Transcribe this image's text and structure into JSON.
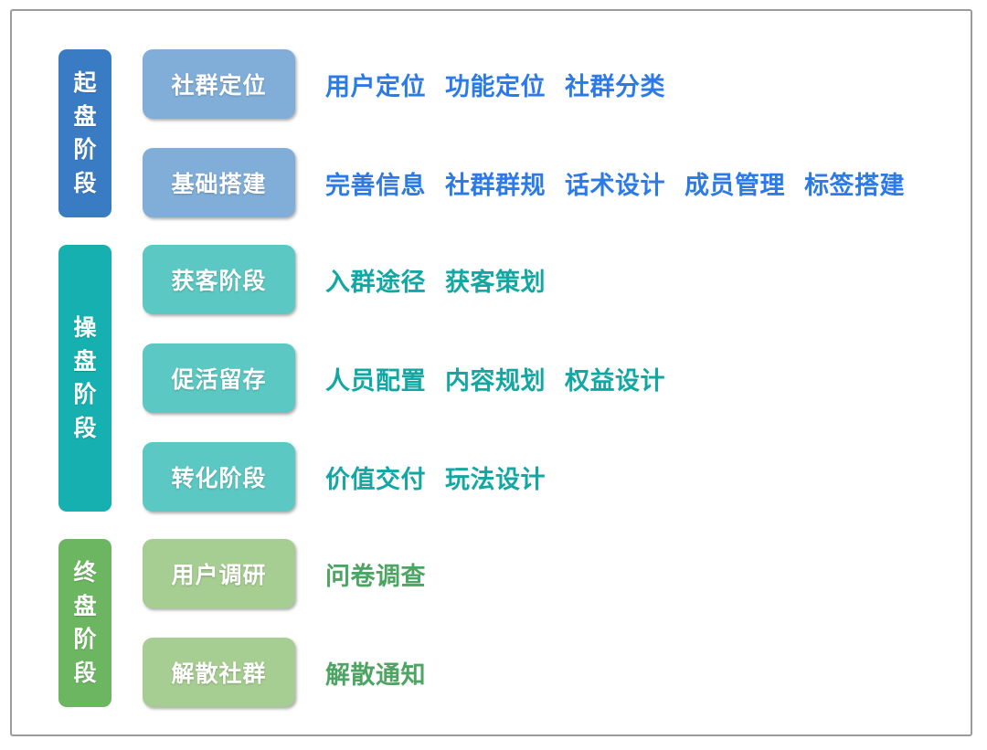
{
  "diagram": {
    "frame_border_color": "#9b9b9b",
    "background": "#ffffff",
    "stages": [
      {
        "id": "stage-start",
        "label": "起盘阶段",
        "label_chars": [
          "起",
          "盘",
          "阶",
          "段"
        ],
        "pill_color": "#3a7cc4",
        "card_color": "#81aed8",
        "text_color": "#2b7ae8",
        "tasks": [
          {
            "card": "社群定位",
            "items": [
              "用户定位",
              "功能定位",
              "社群分类"
            ]
          },
          {
            "card": "基础搭建",
            "items": [
              "完善信息",
              "社群群规",
              "话术设计",
              "成员管理",
              "标签搭建"
            ]
          }
        ]
      },
      {
        "id": "stage-operate",
        "label": "操盘阶段",
        "label_chars": [
          "操",
          "盘",
          "阶",
          "段"
        ],
        "pill_color": "#16b0b0",
        "card_color": "#5cc8c3",
        "text_color": "#13a7a4",
        "tasks": [
          {
            "card": "获客阶段",
            "items": [
              "入群途径",
              "获客策划"
            ]
          },
          {
            "card": "促活留存",
            "items": [
              "人员配置",
              "内容规划",
              "权益设计"
            ]
          },
          {
            "card": "转化阶段",
            "items": [
              "价值交付",
              "玩法设计"
            ]
          }
        ]
      },
      {
        "id": "stage-end",
        "label": "终盘阶段",
        "label_chars": [
          "终",
          "盘",
          "阶",
          "段"
        ],
        "pill_color": "#6cb662",
        "card_color": "#a7ce92",
        "text_color": "#4ea463",
        "tasks": [
          {
            "card": "用户调研",
            "items": [
              "问卷调查"
            ]
          },
          {
            "card": "解散社群",
            "items": [
              "解散通知"
            ]
          }
        ]
      }
    ]
  }
}
